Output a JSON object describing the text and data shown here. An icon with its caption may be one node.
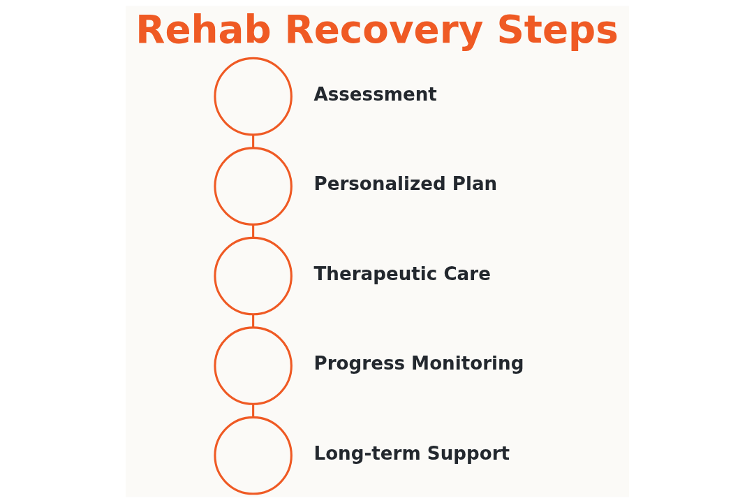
{
  "diagram": {
    "title": "Rehab Recovery Steps",
    "nodes": [
      {
        "text": [],
        "shape": "circle",
        "beside": [
          "Assessment"
        ]
      },
      {
        "text": [],
        "shape": "circle",
        "beside": [
          "Personalized Plan"
        ]
      },
      {
        "text": [],
        "shape": "circle",
        "beside": [
          "Therapeutic Care"
        ]
      },
      {
        "text": [],
        "shape": "circle",
        "beside": [
          "Progress Monitoring"
        ]
      },
      {
        "text": [],
        "shape": "circle",
        "beside": [
          "Long-term Support"
        ]
      }
    ],
    "edges": [
      {
        "from": 0,
        "to": 1,
        "arrow": "none"
      },
      {
        "from": 1,
        "to": 2,
        "arrow": "none"
      },
      {
        "from": 2,
        "to": 3,
        "arrow": "none"
      },
      {
        "from": 3,
        "to": 4,
        "arrow": "none"
      }
    ]
  }
}
